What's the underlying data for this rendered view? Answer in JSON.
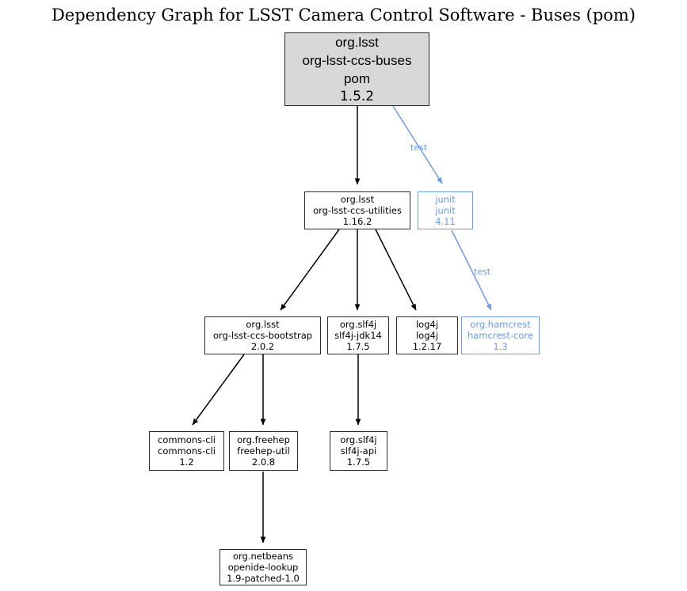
{
  "title": "Dependency Graph for LSST Camera Control Software - Buses (pom)",
  "colors": {
    "test_scope": "#6a9ce8",
    "compile_scope": "#000000",
    "root_fill": "#d8d8d8",
    "node_border": "#2b2b2b",
    "background": "#ffffff"
  },
  "graph": {
    "type": "dependency-graph",
    "nodes": [
      {
        "id": "root",
        "group": "org.lsst",
        "artifact": "org-lsst-ccs-buses",
        "packaging": "pom",
        "version": "1.5.2",
        "scope": "root",
        "highlighted": true
      },
      {
        "id": "utilities",
        "group": "org.lsst",
        "artifact": "org-lsst-ccs-utilities",
        "version": "1.16.2",
        "scope": "compile",
        "highlighted": false
      },
      {
        "id": "junit",
        "group": "junit",
        "artifact": "junit",
        "version": "4.11",
        "scope": "test",
        "highlighted": false
      },
      {
        "id": "bootstrap",
        "group": "org.lsst",
        "artifact": "org-lsst-ccs-bootstrap",
        "version": "2.0.2",
        "scope": "compile",
        "highlighted": false
      },
      {
        "id": "slf4j-jdk14",
        "group": "org.slf4j",
        "artifact": "slf4j-jdk14",
        "version": "1.7.5",
        "scope": "compile",
        "highlighted": false
      },
      {
        "id": "log4j",
        "group": "log4j",
        "artifact": "log4j",
        "version": "1.2.17",
        "scope": "compile",
        "highlighted": false
      },
      {
        "id": "hamcrest",
        "group": "org.hamcrest",
        "artifact": "hamcrest-core",
        "version": "1.3",
        "scope": "test",
        "highlighted": false
      },
      {
        "id": "commons-cli",
        "group": "commons-cli",
        "artifact": "commons-cli",
        "version": "1.2",
        "scope": "compile",
        "highlighted": false
      },
      {
        "id": "freehep",
        "group": "org.freehep",
        "artifact": "freehep-util",
        "version": "2.0.8",
        "scope": "compile",
        "highlighted": false
      },
      {
        "id": "slf4j-api",
        "group": "org.slf4j",
        "artifact": "slf4j-api",
        "version": "1.7.5",
        "scope": "compile",
        "highlighted": false
      },
      {
        "id": "netbeans",
        "group": "org.netbeans",
        "artifact": "openide-lookup",
        "version": "1.9-patched-1.0",
        "scope": "compile",
        "highlighted": false
      }
    ],
    "edges": [
      {
        "from": "root",
        "to": "utilities",
        "label": "",
        "scope": "compile"
      },
      {
        "from": "root",
        "to": "junit",
        "label": "test",
        "scope": "test"
      },
      {
        "from": "utilities",
        "to": "bootstrap",
        "label": "",
        "scope": "compile"
      },
      {
        "from": "utilities",
        "to": "slf4j-jdk14",
        "label": "",
        "scope": "compile"
      },
      {
        "from": "utilities",
        "to": "log4j",
        "label": "",
        "scope": "compile"
      },
      {
        "from": "junit",
        "to": "hamcrest",
        "label": "test",
        "scope": "test"
      },
      {
        "from": "bootstrap",
        "to": "commons-cli",
        "label": "",
        "scope": "compile"
      },
      {
        "from": "bootstrap",
        "to": "freehep",
        "label": "",
        "scope": "compile"
      },
      {
        "from": "slf4j-jdk14",
        "to": "slf4j-api",
        "label": "",
        "scope": "compile"
      },
      {
        "from": "freehep",
        "to": "netbeans",
        "label": "",
        "scope": "compile"
      }
    ],
    "edge_labels": [
      {
        "id": "label-root-junit",
        "text": "test"
      },
      {
        "id": "label-junit-hamcrest",
        "text": "test"
      }
    ]
  }
}
